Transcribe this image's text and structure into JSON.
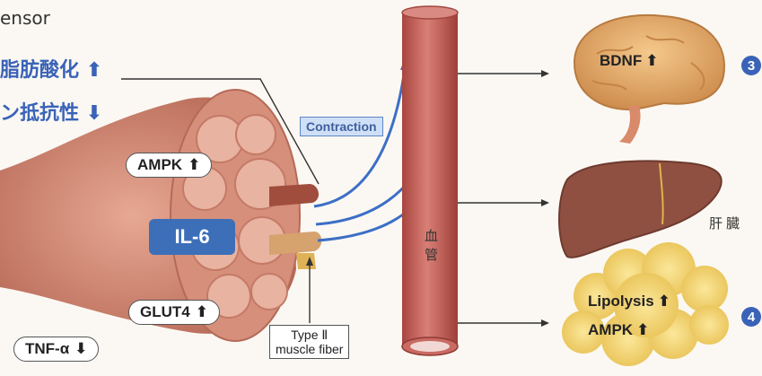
{
  "header": {
    "sensor": "ensor",
    "line1": "脂肪酸化",
    "line2": "ン抵抗性"
  },
  "muscle": {
    "ampk": "AMPK",
    "il6": "IL-6",
    "glut4": "GLUT4",
    "tnf": "TNF-α",
    "contraction": "Contraction",
    "fiber_line1": "Type Ⅱ",
    "fiber_line2": "muscle fiber"
  },
  "vessel": {
    "label": "血管"
  },
  "organs": {
    "brain": {
      "label": "BDNF",
      "number": "3"
    },
    "liver": {
      "label": "肝臓"
    },
    "fat": {
      "line1": "Lipolysis",
      "line2": "AMPK",
      "number": "4"
    }
  },
  "colors": {
    "accent_blue": "#3a63b8",
    "muscle": "#c77b66",
    "vessel": "#c96a63",
    "brain": "#e0a85f",
    "liver": "#8a4b3c",
    "fat": "#f2d46b"
  },
  "icons": {
    "up": "arrow-up-icon",
    "down": "arrow-down-icon"
  }
}
